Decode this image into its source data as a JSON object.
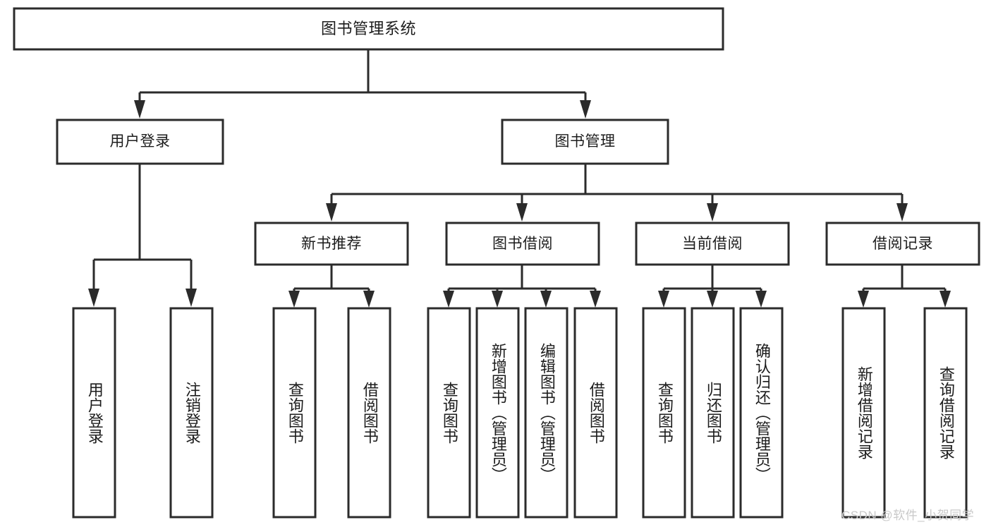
{
  "diagram": {
    "title_box": {
      "label": "图书管理系统"
    },
    "level2": [
      {
        "id": "user-login",
        "label": "用户登录"
      },
      {
        "id": "book-management",
        "label": "图书管理"
      }
    ],
    "level3": [
      {
        "id": "new-book-recommend",
        "label": "新书推荐"
      },
      {
        "id": "book-borrow",
        "label": "图书借阅"
      },
      {
        "id": "current-borrow",
        "label": "当前借阅"
      },
      {
        "id": "borrow-record",
        "label": "借阅记录"
      }
    ],
    "leaves": [
      {
        "id": "leaf-user-login",
        "label": "用户登录",
        "parent": "user-login"
      },
      {
        "id": "leaf-logout-login",
        "label": "注销登录",
        "parent": "user-login"
      },
      {
        "id": "leaf-query-book-1",
        "label": "查询图书",
        "parent": "new-book-recommend"
      },
      {
        "id": "leaf-borrow-book-1",
        "label": "借阅图书",
        "parent": "new-book-recommend"
      },
      {
        "id": "leaf-query-book-2",
        "label": "查询图书",
        "parent": "book-borrow"
      },
      {
        "id": "leaf-add-book",
        "label": "新增图书（管理员）",
        "parent": "book-borrow"
      },
      {
        "id": "leaf-edit-book",
        "label": "编辑图书（管理员）",
        "parent": "book-borrow"
      },
      {
        "id": "leaf-borrow-book-2",
        "label": "借阅图书",
        "parent": "book-borrow"
      },
      {
        "id": "leaf-query-book-3",
        "label": "查询图书",
        "parent": "current-borrow"
      },
      {
        "id": "leaf-return-book",
        "label": "归还图书",
        "parent": "current-borrow"
      },
      {
        "id": "leaf-confirm-return",
        "label": "确认归还（管理员）",
        "parent": "current-borrow"
      },
      {
        "id": "leaf-add-record",
        "label": "新增借阅记录",
        "parent": "borrow-record"
      },
      {
        "id": "leaf-query-record",
        "label": "查询借阅记录",
        "parent": "borrow-record"
      }
    ],
    "watermark": {
      "text": "CSDN @软件_小贺同学"
    },
    "colors": {
      "stroke": "#2b2b2b",
      "fill": "#ffffff",
      "text": "#1c1c1c",
      "watermark": "#c9c9c9",
      "background": "#ffffff"
    }
  }
}
